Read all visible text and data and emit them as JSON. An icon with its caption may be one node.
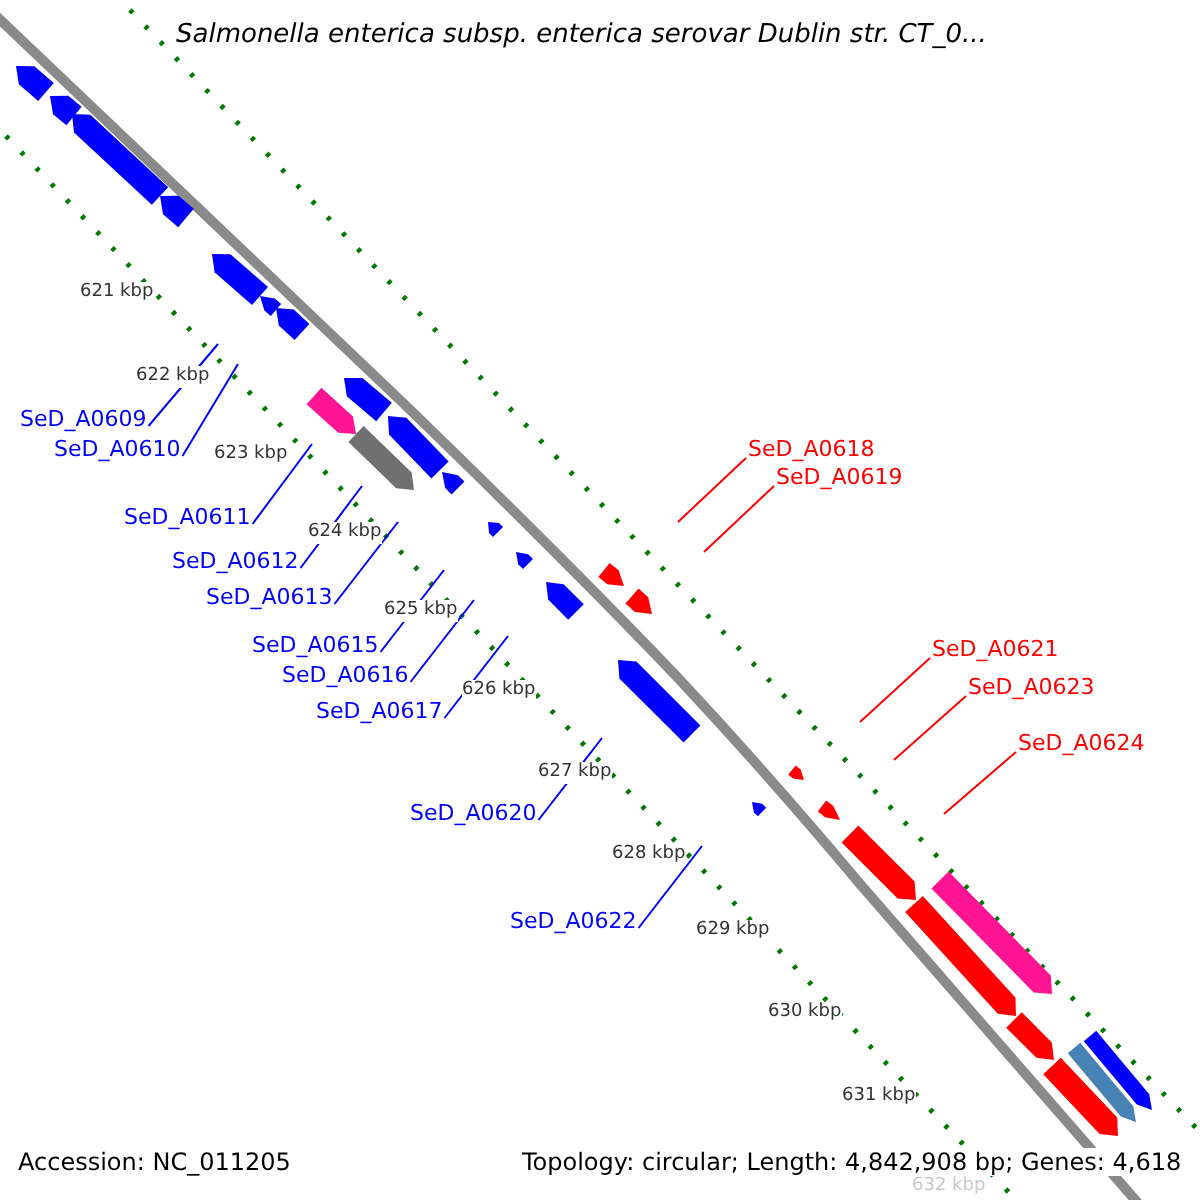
{
  "diagram": {
    "title": "Salmonella enterica subsp. enterica serovar Dublin str. CT_0...",
    "nodes": [
      {
        "text": [
          "SeD_A0609"
        ]
      },
      {
        "text": [
          "SeD_A0610"
        ]
      },
      {
        "text": [
          "SeD_A0618"
        ]
      },
      {
        "text": [
          "SeD_A0619"
        ]
      },
      {
        "text": [
          "SeD_A0611"
        ]
      },
      {
        "text": [
          "SeD_A0612"
        ]
      },
      {
        "text": [
          "SeD_A0613"
        ]
      },
      {
        "text": [
          "SeD_A0615"
        ]
      },
      {
        "text": [
          "SeD_A0621"
        ]
      },
      {
        "text": [
          "SeD_A0616"
        ]
      },
      {
        "text": [
          "SeD_A0623"
        ]
      },
      {
        "text": [
          "SeD_A0617"
        ]
      },
      {
        "text": [
          "SeD_A0624"
        ]
      },
      {
        "text": [
          "SeD_A0620"
        ]
      },
      {
        "text": [
          "SeD_A0622"
        ]
      }
    ],
    "edges": [
      {
        "from": 0,
        "to": null,
        "arrow": "none"
      },
      {
        "from": 1,
        "to": null,
        "arrow": "none"
      },
      {
        "from": 2,
        "to": null,
        "arrow": "none",
        "color": "#ff0000"
      },
      {
        "from": 3,
        "to": null,
        "arrow": "none",
        "color": "#ff0000"
      },
      {
        "from": 4,
        "to": null,
        "arrow": "none"
      },
      {
        "from": 5,
        "to": null,
        "arrow": "none"
      },
      {
        "from": 6,
        "to": null,
        "arrow": "none"
      },
      {
        "from": 7,
        "to": null,
        "arrow": "none"
      },
      {
        "from": 8,
        "to": null,
        "arrow": "none",
        "color": "#ff0000"
      },
      {
        "from": 9,
        "to": null,
        "arrow": "none"
      },
      {
        "from": 10,
        "to": null,
        "arrow": "none",
        "color": "#ff0000"
      },
      {
        "from": 11,
        "to": null,
        "arrow": "none"
      },
      {
        "from": 12,
        "to": null,
        "arrow": "none",
        "color": "#ff0000"
      },
      {
        "from": 13,
        "to": null,
        "arrow": "none"
      },
      {
        "from": 14,
        "to": null,
        "arrow": "none"
      }
    ],
    "labels": [
      "621 kbp",
      "622 kbp",
      "623 kbp",
      "624 kbp",
      "625 kbp",
      "626 kbp",
      "627 kbp",
      "628 kbp",
      "629 kbp",
      "630 kbp",
      "631 kbp",
      "Accession: NC_011205",
      "Topology: circular; Length: 4,842,908 bp; Genes: 4,618",
      "632 kbp"
    ]
  }
}
